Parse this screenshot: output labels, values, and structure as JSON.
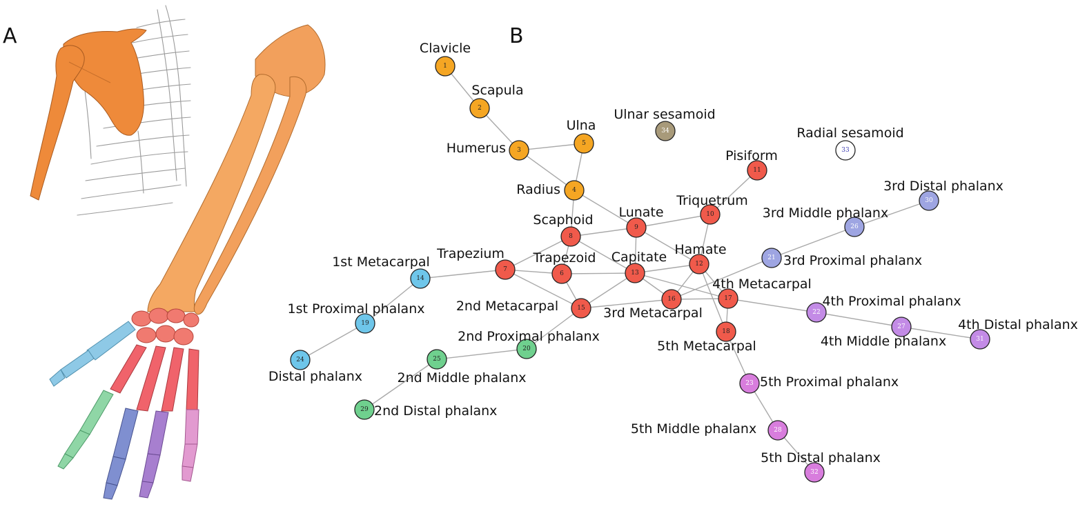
{
  "panels": {
    "a": "A",
    "b": "B"
  },
  "colors": {
    "shoulder_arm": "#f5a623",
    "carpal_metacarpal": "#f05a4b",
    "thumb": "#6ec6ea",
    "index": "#6fd08e",
    "middle": "#9ea5e2",
    "ring": "#c38be6",
    "little": "#d87ddd",
    "ulnar_sesamoid": "#a89a7a",
    "radial_sesamoid": "#ffffff",
    "edge": "#a9a9a9"
  },
  "nodes": [
    {
      "id": 1,
      "label": "Clavicle",
      "group": "shoulder_arm"
    },
    {
      "id": 2,
      "label": "Scapula",
      "group": "shoulder_arm"
    },
    {
      "id": 3,
      "label": "Humerus",
      "group": "shoulder_arm"
    },
    {
      "id": 4,
      "label": "Radius",
      "group": "shoulder_arm"
    },
    {
      "id": 5,
      "label": "Ulna",
      "group": "shoulder_arm"
    },
    {
      "id": 6,
      "label": "Trapezoid",
      "group": "carpal_metacarpal"
    },
    {
      "id": 7,
      "label": "Trapezium",
      "group": "carpal_metacarpal"
    },
    {
      "id": 8,
      "label": "Scaphoid",
      "group": "carpal_metacarpal"
    },
    {
      "id": 9,
      "label": "Lunate",
      "group": "carpal_metacarpal"
    },
    {
      "id": 10,
      "label": "Triquetrum",
      "group": "carpal_metacarpal"
    },
    {
      "id": 11,
      "label": "Pisiform",
      "group": "carpal_metacarpal"
    },
    {
      "id": 12,
      "label": "Hamate",
      "group": "carpal_metacarpal"
    },
    {
      "id": 13,
      "label": "Capitate",
      "group": "carpal_metacarpal"
    },
    {
      "id": 14,
      "label": "1st Metacarpal",
      "group": "thumb"
    },
    {
      "id": 15,
      "label": "2nd Metacarpal",
      "group": "carpal_metacarpal"
    },
    {
      "id": 16,
      "label": "3rd Metacarpal",
      "group": "carpal_metacarpal"
    },
    {
      "id": 17,
      "label": "4th Metacarpal",
      "group": "carpal_metacarpal"
    },
    {
      "id": 18,
      "label": "5th Metacarpal",
      "group": "carpal_metacarpal"
    },
    {
      "id": 19,
      "label": "1st Proximal phalanx",
      "group": "thumb"
    },
    {
      "id": 20,
      "label": "2nd Proximal phalanx",
      "group": "index"
    },
    {
      "id": 21,
      "label": "3rd Proximal phalanx",
      "group": "middle"
    },
    {
      "id": 22,
      "label": "4th Proximal phalanx",
      "group": "ring"
    },
    {
      "id": 23,
      "label": "5th Proximal phalanx",
      "group": "little"
    },
    {
      "id": 24,
      "label": "Distal phalanx",
      "group": "thumb"
    },
    {
      "id": 25,
      "label": "2nd Middle phalanx",
      "group": "index"
    },
    {
      "id": 26,
      "label": "3rd Middle phalanx",
      "group": "middle"
    },
    {
      "id": 27,
      "label": "4th Middle phalanx",
      "group": "ring"
    },
    {
      "id": 28,
      "label": "5th Middle phalanx",
      "group": "little"
    },
    {
      "id": 29,
      "label": "2nd Distal phalanx",
      "group": "index"
    },
    {
      "id": 30,
      "label": "3rd Distal phalanx",
      "group": "middle"
    },
    {
      "id": 31,
      "label": "4th Distal phalanx",
      "group": "ring"
    },
    {
      "id": 32,
      "label": "5th Distal phalanx",
      "group": "little"
    },
    {
      "id": 33,
      "label": "Radial sesamoid",
      "group": "radial_sesamoid"
    },
    {
      "id": 34,
      "label": "Ulnar sesamoid",
      "group": "ulnar_sesamoid"
    }
  ],
  "edges": [
    [
      1,
      2
    ],
    [
      2,
      3
    ],
    [
      3,
      5
    ],
    [
      3,
      4
    ],
    [
      5,
      4
    ],
    [
      4,
      8
    ],
    [
      4,
      9
    ],
    [
      8,
      9
    ],
    [
      8,
      7
    ],
    [
      8,
      6
    ],
    [
      8,
      13
    ],
    [
      9,
      10
    ],
    [
      9,
      13
    ],
    [
      9,
      12
    ],
    [
      10,
      11
    ],
    [
      10,
      12
    ],
    [
      7,
      14
    ],
    [
      7,
      6
    ],
    [
      7,
      15
    ],
    [
      6,
      13
    ],
    [
      6,
      15
    ],
    [
      13,
      15
    ],
    [
      13,
      16
    ],
    [
      13,
      12
    ],
    [
      13,
      17
    ],
    [
      12,
      16
    ],
    [
      12,
      17
    ],
    [
      12,
      18
    ],
    [
      15,
      16
    ],
    [
      15,
      20
    ],
    [
      16,
      17
    ],
    [
      16,
      21
    ],
    [
      17,
      18
    ],
    [
      17,
      22
    ],
    [
      14,
      19
    ],
    [
      19,
      24
    ],
    [
      20,
      25
    ],
    [
      25,
      29
    ],
    [
      21,
      26
    ],
    [
      26,
      30
    ],
    [
      22,
      27
    ],
    [
      27,
      31
    ],
    [
      18,
      23
    ],
    [
      23,
      28
    ],
    [
      28,
      32
    ]
  ]
}
